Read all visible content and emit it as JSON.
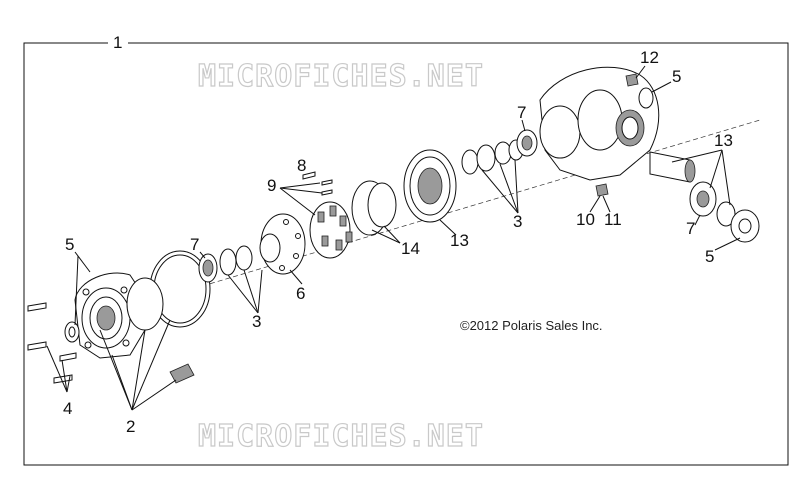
{
  "diagram": {
    "assembly_number": "1",
    "copyright": "©2012 Polaris Sales Inc.",
    "watermark_text": "MICROFICHES.NET",
    "callouts": [
      {
        "id": "c1",
        "text": "1"
      },
      {
        "id": "c2",
        "text": "2"
      },
      {
        "id": "c3a",
        "text": "3"
      },
      {
        "id": "c3b",
        "text": "3"
      },
      {
        "id": "c4",
        "text": "4"
      },
      {
        "id": "c5a",
        "text": "5"
      },
      {
        "id": "c5b",
        "text": "5"
      },
      {
        "id": "c5c",
        "text": "5"
      },
      {
        "id": "c6",
        "text": "6"
      },
      {
        "id": "c7a",
        "text": "7"
      },
      {
        "id": "c7b",
        "text": "7"
      },
      {
        "id": "c7c",
        "text": "7"
      },
      {
        "id": "c8",
        "text": "8"
      },
      {
        "id": "c9",
        "text": "9"
      },
      {
        "id": "c10",
        "text": "10"
      },
      {
        "id": "c11",
        "text": "11"
      },
      {
        "id": "c12",
        "text": "12"
      },
      {
        "id": "c13a",
        "text": "13"
      },
      {
        "id": "c13b",
        "text": "13"
      },
      {
        "id": "c14",
        "text": "14"
      }
    ]
  }
}
